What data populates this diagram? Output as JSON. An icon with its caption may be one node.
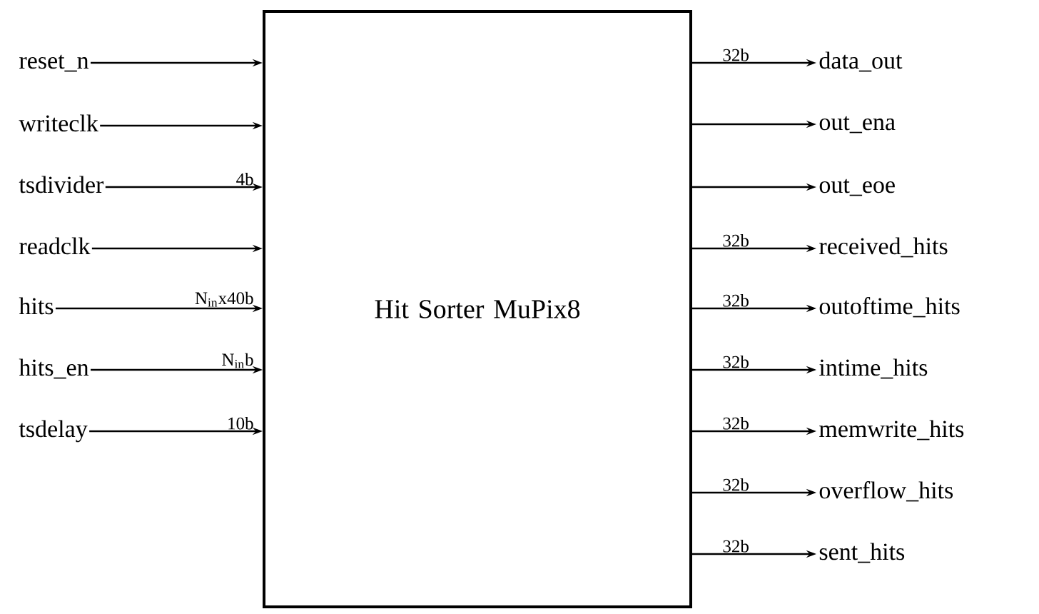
{
  "diagram": {
    "nodes": [
      {
        "text": [
          "Hit Sorter MuPix8"
        ]
      },
      {
        "text": [
          "reset_n"
        ]
      },
      {
        "text": [
          "writeclk"
        ]
      },
      {
        "text": [
          "tsdivider"
        ]
      },
      {
        "text": [
          "readclk"
        ]
      },
      {
        "text": [
          "hits"
        ]
      },
      {
        "text": [
          "hits_en"
        ]
      },
      {
        "text": [
          "tsdelay"
        ]
      },
      {
        "text": [
          "data_out"
        ]
      },
      {
        "text": [
          "out_ena"
        ]
      },
      {
        "text": [
          "out_eoe"
        ]
      },
      {
        "text": [
          "received_hits"
        ]
      },
      {
        "text": [
          "outoftime_hits"
        ]
      },
      {
        "text": [
          "intime_hits"
        ]
      },
      {
        "text": [
          "memwrite_hits"
        ]
      },
      {
        "text": [
          "overflow_hits"
        ]
      },
      {
        "text": [
          "sent_hits"
        ]
      }
    ],
    "edges": [
      {
        "from": 1,
        "to": 0,
        "arrow": "to"
      },
      {
        "from": 2,
        "to": 0,
        "arrow": "to"
      },
      {
        "from": 3,
        "to": 0,
        "arrow": "to",
        "label": "4b"
      },
      {
        "from": 4,
        "to": 0,
        "arrow": "to"
      },
      {
        "from": 5,
        "to": 0,
        "arrow": "to",
        "label": "N$_{in}$x40b"
      },
      {
        "from": 6,
        "to": 0,
        "arrow": "to",
        "label": "N$_{in}$b"
      },
      {
        "from": 7,
        "to": 0,
        "arrow": "to",
        "label": "10b"
      },
      {
        "from": 0,
        "to": 8,
        "arrow": "to",
        "label": "32b"
      },
      {
        "from": 0,
        "to": 9,
        "arrow": "to"
      },
      {
        "from": 0,
        "to": 10,
        "arrow": "to"
      },
      {
        "from": 0,
        "to": 11,
        "arrow": "to",
        "label": "32b"
      },
      {
        "from": 0,
        "to": 12,
        "arrow": "to",
        "label": "32b"
      },
      {
        "from": 0,
        "to": 13,
        "arrow": "to",
        "label": "32b"
      },
      {
        "from": 0,
        "to": 14,
        "arrow": "to",
        "label": "32b"
      },
      {
        "from": 0,
        "to": 15,
        "arrow": "to",
        "label": "32b"
      },
      {
        "from": 0,
        "to": 16,
        "arrow": "to",
        "label": "32b"
      }
    ]
  }
}
